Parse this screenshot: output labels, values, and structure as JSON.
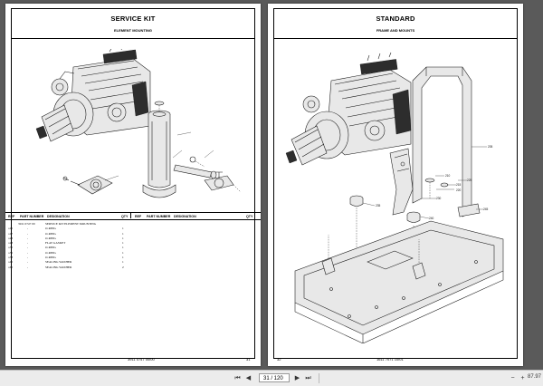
{
  "left_page": {
    "title": "SERVICE KIT",
    "subtitle": "ELEMENT MOUNTING",
    "page_number": "31",
    "doc_code": "3911 0747 00/00",
    "table": {
      "headers_left": {
        "ref": "REF",
        "part": "PART NUMBER",
        "designation": "DESIGNATION",
        "qty": "QTY"
      },
      "headers_right": {
        "ref": "REF",
        "part": "PART NUMBER",
        "designation": "DESIGNATION",
        "qty": "QTY"
      },
      "rows": [
        {
          "ref": "",
          "part": "3911 0747 00",
          "designation": "SERVICE KIT ELEMENT MOUNTING",
          "qty": ""
        },
        {
          "ref": "o15",
          "part": "-",
          "designation": "O-RING",
          "qty": "1"
        },
        {
          "ref": "o17",
          "part": "-",
          "designation": "O-RING",
          "qty": "1"
        },
        {
          "ref": "o23",
          "part": "-",
          "designation": "O-RING",
          "qty": "1"
        },
        {
          "ref": "o28",
          "part": "-",
          "designation": "FLAT GASKET",
          "qty": "1"
        },
        {
          "ref": "o30",
          "part": "-",
          "designation": "O-RING",
          "qty": "1"
        },
        {
          "ref": "o35",
          "part": "-",
          "designation": "O-RING",
          "qty": "1"
        },
        {
          "ref": "o38",
          "part": "-",
          "designation": "O-RING",
          "qty": "1"
        },
        {
          "ref": "o45",
          "part": "-",
          "designation": "SEALING WASHER",
          "qty": "1"
        },
        {
          "ref": "o60",
          "part": "-",
          "designation": "SEALING WASHER",
          "qty": "2"
        }
      ]
    }
  },
  "right_page": {
    "title": "STANDARD",
    "subtitle": "FRAME AND MOUNTS",
    "page_number": "32",
    "doc_code": "1611 7071 10/01",
    "callouts": [
      "205",
      "210",
      "215",
      "220",
      "225",
      "230",
      "235",
      "240",
      "245"
    ]
  },
  "toolbar": {
    "page_value": "31 / 120",
    "zoom": "87.97"
  }
}
